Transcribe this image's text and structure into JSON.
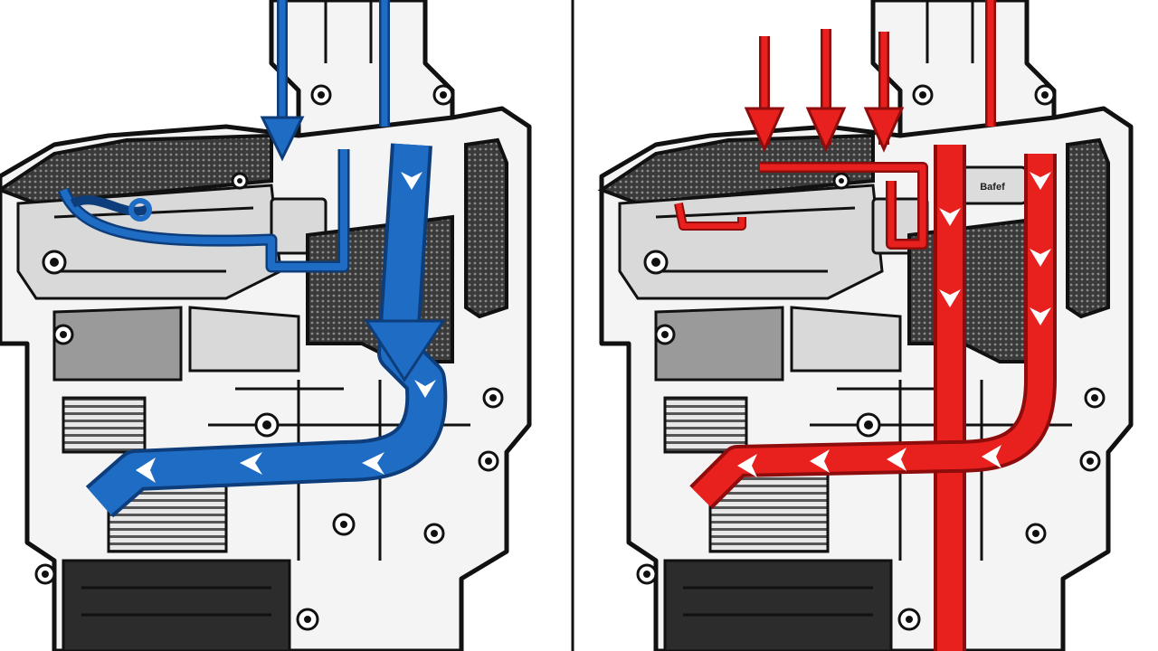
{
  "panels": [
    {
      "id": "left",
      "flow_color": "#1f6cc4",
      "flow_edge_color": "#0d3d7a",
      "flow_icon": "right-arrow-chevron-icon"
    },
    {
      "id": "right",
      "flow_color": "#e8201e",
      "flow_edge_color": "#8e0d0c",
      "flow_icon": "left-arrow-chevron-icon"
    }
  ],
  "right_panel": {
    "chip_label": "Bafef"
  },
  "colors": {
    "outline": "#111111",
    "background": "#ffffff",
    "metal_light": "#f4f4f4",
    "mesh": "#2c2c2c"
  }
}
